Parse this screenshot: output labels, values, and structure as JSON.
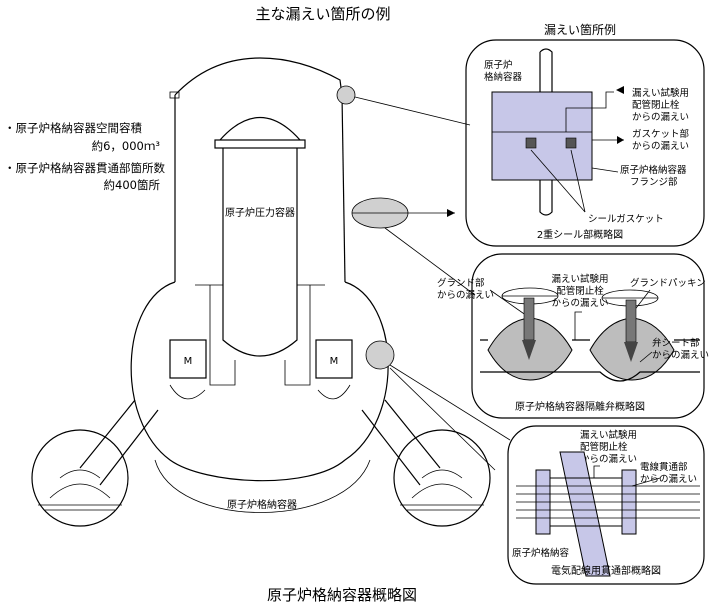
{
  "title": "主な漏えい箇所の例",
  "bottom_caption": "原子炉格納容器概略図",
  "notes": [
    {
      "line1": "・原子炉格納容器空間容積",
      "line2": "約6，000ｍ³"
    },
    {
      "line1": "・原子炉格納容器貫通部箇所数",
      "line2": "約400箇所"
    }
  ],
  "labels": {
    "rpv": "原子炉圧力容器",
    "pcv": "原子炉格納容器",
    "motor_left": "M",
    "motor_right": "M"
  },
  "panel1": {
    "title": "漏えい箇所例",
    "pcv_label_1": "原子炉",
    "pcv_label_2": "格納容器",
    "test_plug_1": "漏えい試験用",
    "test_plug_2": "配管閉止栓",
    "test_plug_3": "からの漏えい",
    "gasket_1": "ガスケット部",
    "gasket_2": "からの漏えい",
    "flange_1": "原子炉格納容器",
    "flange_2": "フランジ部",
    "seal_gasket": "シールガスケット",
    "caption": "2重シール部概略図"
  },
  "panel2": {
    "gland_1": "グランド部",
    "gland_2": "からの漏えい",
    "test_plug_1": "漏えい試験用",
    "test_plug_2": "配管閉止栓",
    "test_plug_3": "からの漏えい",
    "gland_packing": "グランドパッキン",
    "seat_1": "弁シート部",
    "seat_2": "からの漏えい",
    "caption": "原子炉格納容器隔離弁概略図"
  },
  "panel3": {
    "test_plug_1": "漏えい試験用",
    "test_plug_2": "配管閉止栓",
    "test_plug_3": "からの漏えい",
    "cable_1": "電線貫通部",
    "cable_2": "からの漏えい",
    "pcv_label": "原子炉格納容",
    "caption": "電気配線用貫通部概略図"
  }
}
